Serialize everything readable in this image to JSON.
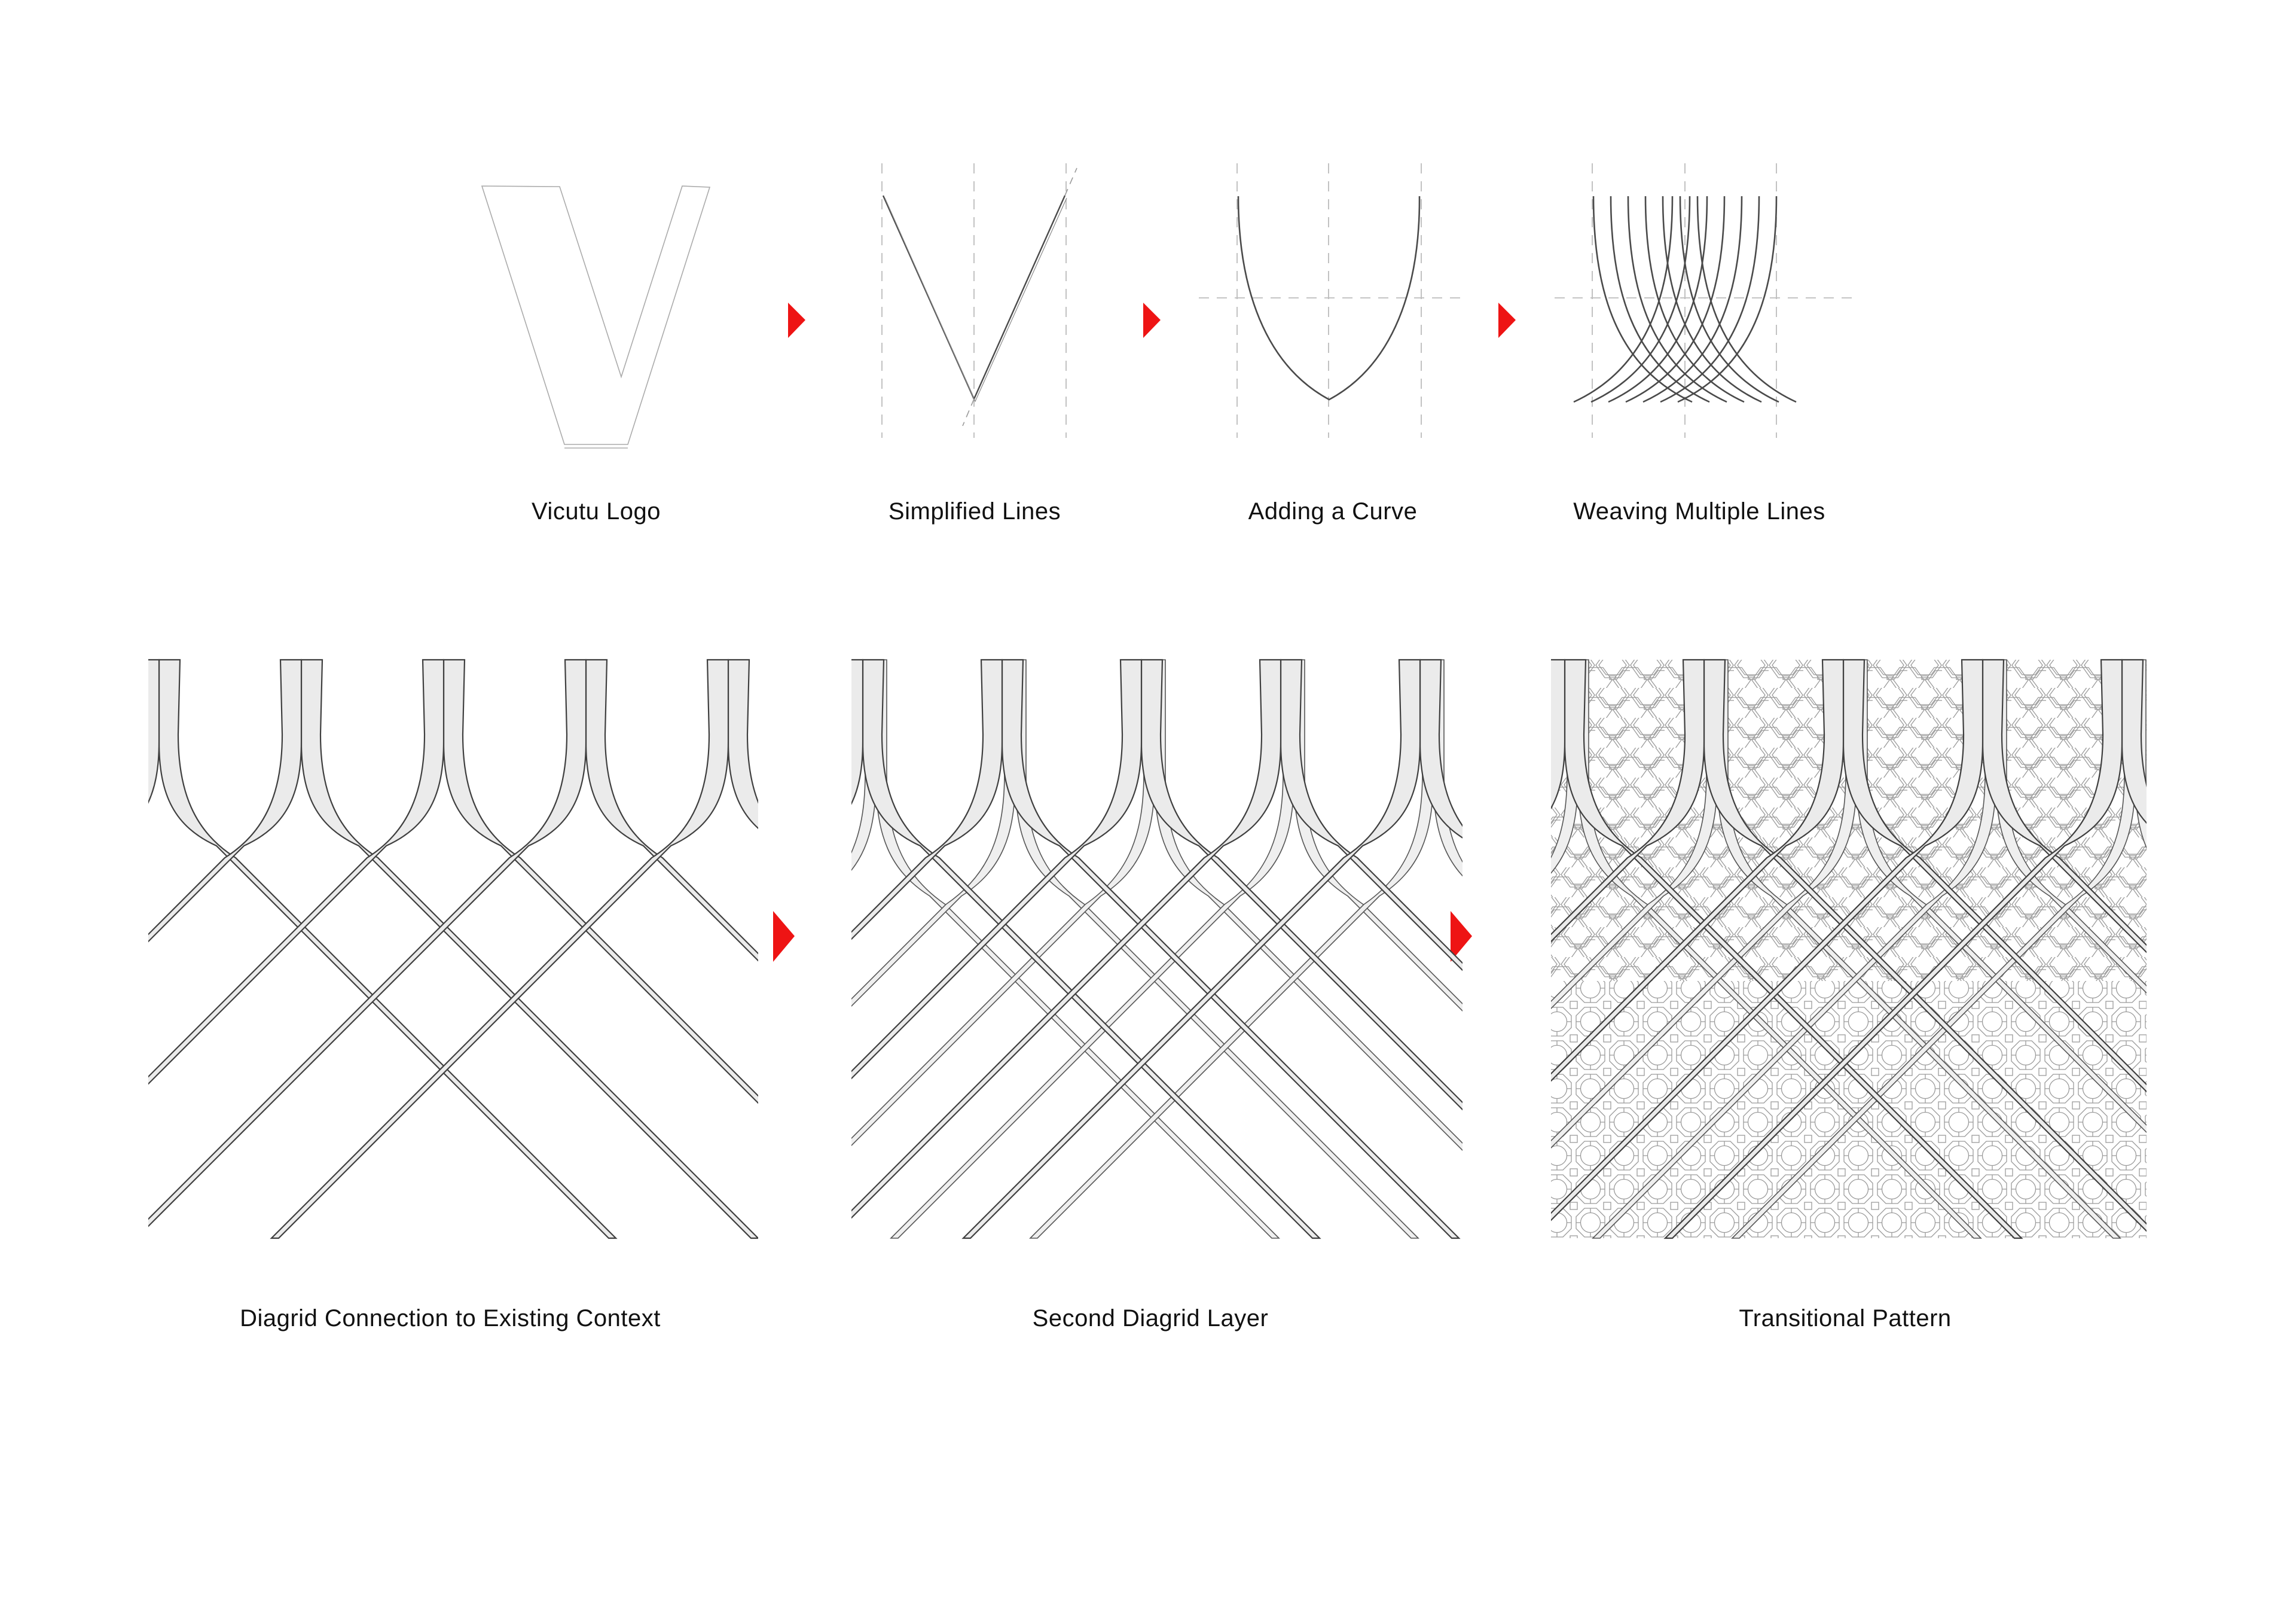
{
  "title": "Vicutu pattern development diagram",
  "colors": {
    "accent_red": "#ee1414",
    "band_fill": "#ebebeb",
    "band_stroke": "#3f3f3f",
    "guide_gray": "#bcbcbc",
    "sketch_gray": "#4a4a4a",
    "logo_outline_gray": "#ababab",
    "pattern_line_gray": "#9a9a9a",
    "label_color": "#111111"
  },
  "row1": {
    "panels": [
      {
        "label": "Vicutu Logo"
      },
      {
        "label": "Simplified Lines"
      },
      {
        "label": "Adding a Curve"
      },
      {
        "label": "Weaving Multiple Lines"
      }
    ]
  },
  "row2": {
    "panels": [
      {
        "label": "Diagrid Connection to Existing Context"
      },
      {
        "label": "Second Diagrid Layer"
      },
      {
        "label": "Transitional Pattern"
      }
    ]
  },
  "arrows": {
    "glyph": "right-triangle",
    "count": 5
  }
}
